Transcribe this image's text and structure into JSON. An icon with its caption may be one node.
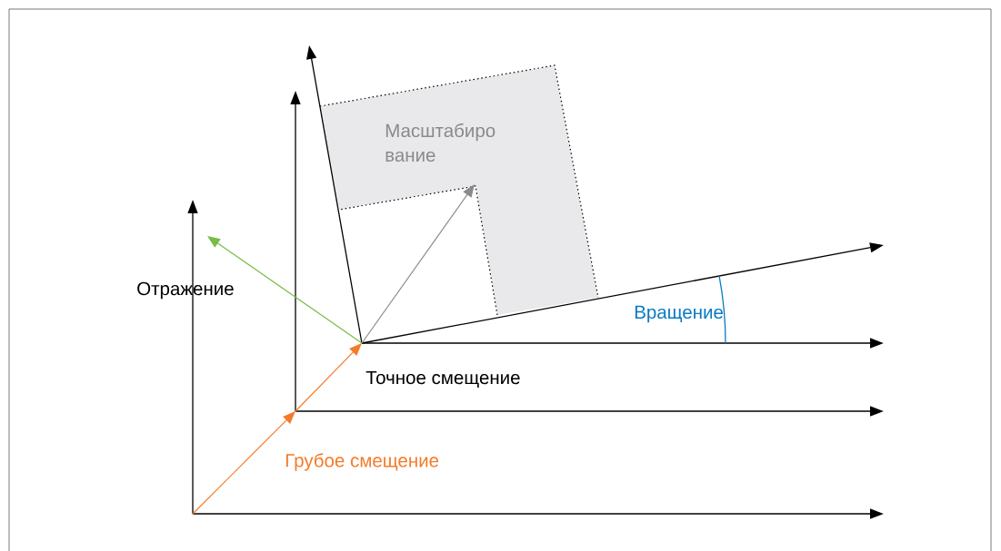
{
  "diagram": {
    "nodes": [
      {
        "text": [
          "Масштабиро вание"
        ]
      }
    ],
    "edges": [],
    "labels": [
      "Отражение",
      "Вращение",
      "Точное смещение",
      "Грубое смещение"
    ]
  }
}
